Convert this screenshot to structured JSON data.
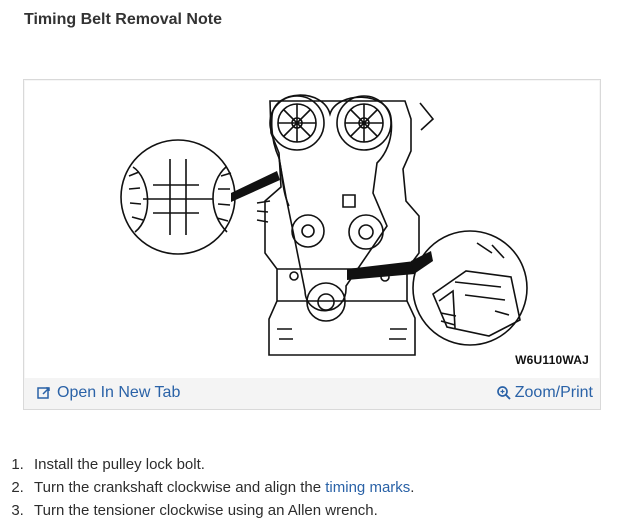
{
  "page": {
    "title": "Timing Belt Removal Note"
  },
  "figure": {
    "code": "W6U110WAJ",
    "open_tab_label": "Open In New Tab",
    "zoom_label": "Zoom/Print",
    "open_tab_icon": "open-new-tab-icon",
    "zoom_icon": "zoom-icon"
  },
  "steps": [
    {
      "number": 1,
      "text": "Install the pulley lock bolt."
    },
    {
      "number": 2,
      "text_before": "Turn the crankshaft clockwise and align the ",
      "link_text": "timing marks",
      "text_after": "."
    },
    {
      "number": 3,
      "text": "Turn the tensioner clockwise using an Allen wrench."
    }
  ],
  "colors": {
    "link": "#2a62a7",
    "text": "#2d2d2d",
    "title": "#333333",
    "panel": "#f4f4f4",
    "border": "#d9d9d9"
  }
}
